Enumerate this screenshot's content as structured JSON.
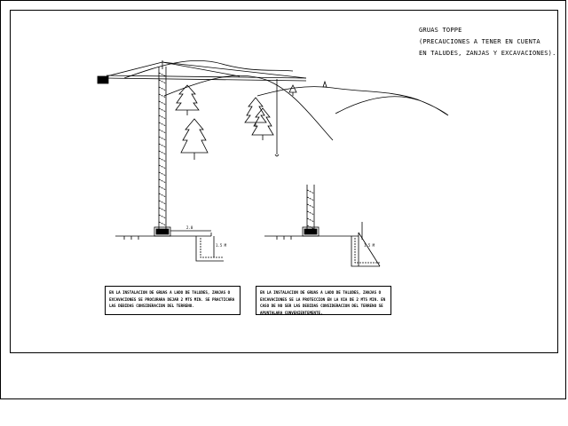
{
  "title": {
    "line1": "GRUAS TOPPE",
    "line2": "(PRECAUCIONES A TENER EN CUENTA",
    "line3": "EN TALUDES, ZANJAS Y EXCAVACIONES)."
  },
  "notes": {
    "left": "EN LA INSTALACION DE GRUAS A LADO DE TALUDES, ZANJAS O EXCAVACIONES SE PROCURARA DEJAR 2 MTS MIN. SE PRACTICARA LAS DEBIDAS CONSIDERACION DEL TERRENO.",
    "right": "EN LA INSTALACION DE GRUAS A LADO DE TALUDES, ZANJAS O EXCAVACIONES SE LA PROTECCION EN LA VIA DE 2 MTS MIN. EN CASO DE NO SER LAS DEBIDAS CONSIDERACION DEL TERRENO SE APUNTALARA CONVENIENTEMENTE."
  },
  "dimensions": {
    "left_top": "2.0",
    "left_side": "1.5 M",
    "right_side": "1.5 M"
  }
}
